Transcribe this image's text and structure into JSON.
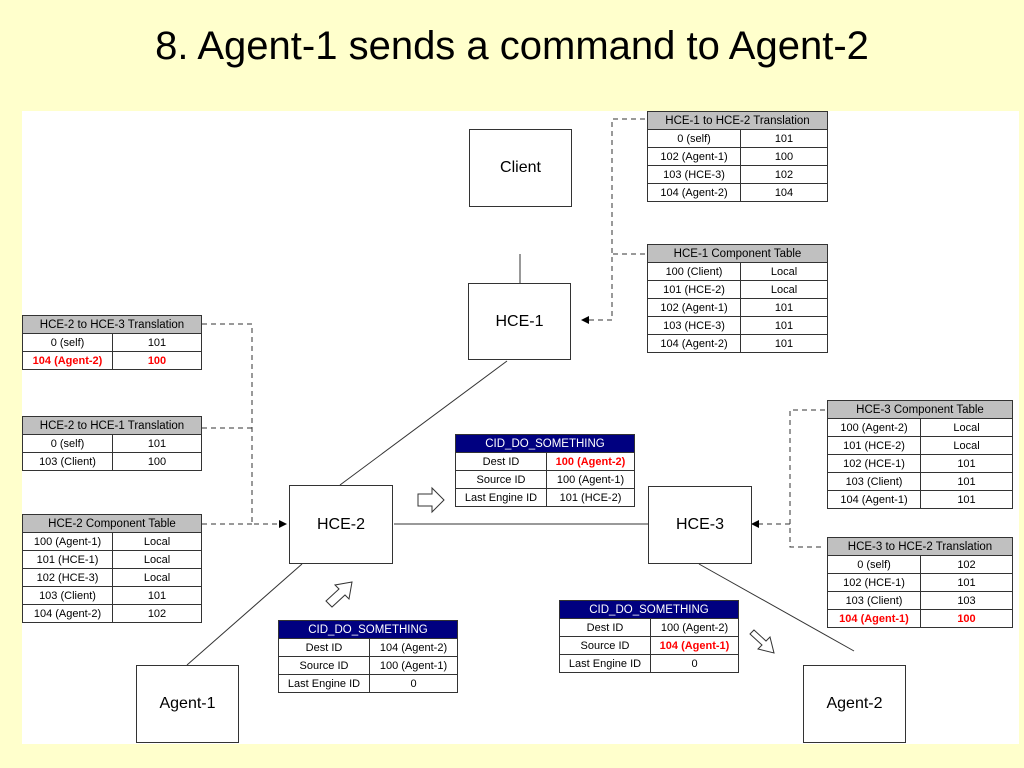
{
  "title": "8. Agent-1 sends a command to Agent-2",
  "nodes": {
    "client": "Client",
    "hce1": "HCE-1",
    "hce2": "HCE-2",
    "hce3": "HCE-3",
    "agent1": "Agent-1",
    "agent2": "Agent-2"
  },
  "tables": {
    "hce1_to_hce2": {
      "header": "HCE-1 to HCE-2 Translation",
      "rows": [
        [
          "0 (self)",
          "101"
        ],
        [
          "102 (Agent-1)",
          "100"
        ],
        [
          "103 (HCE-3)",
          "102"
        ],
        [
          "104 (Agent-2)",
          "104"
        ]
      ]
    },
    "hce1_comp": {
      "header": "HCE-1 Component Table",
      "rows": [
        [
          "100 (Client)",
          "Local"
        ],
        [
          "101 (HCE-2)",
          "Local"
        ],
        [
          "102 (Agent-1)",
          "101"
        ],
        [
          "103 (HCE-3)",
          "101"
        ],
        [
          "104 (Agent-2)",
          "101"
        ]
      ]
    },
    "hce2_to_hce3": {
      "header": "HCE-2 to HCE-3 Translation",
      "rows": [
        [
          "0 (self)",
          "101"
        ],
        [
          "104 (Agent-2)",
          "100"
        ]
      ]
    },
    "hce2_to_hce1": {
      "header": "HCE-2 to HCE-1 Translation",
      "rows": [
        [
          "0 (self)",
          "101"
        ],
        [
          "103 (Client)",
          "100"
        ]
      ]
    },
    "hce2_comp": {
      "header": "HCE-2 Component Table",
      "rows": [
        [
          "100 (Agent-1)",
          "Local"
        ],
        [
          "101 (HCE-1)",
          "Local"
        ],
        [
          "102 (HCE-3)",
          "Local"
        ],
        [
          "103 (Client)",
          "101"
        ],
        [
          "104 (Agent-2)",
          "102"
        ]
      ]
    },
    "hce3_comp": {
      "header": "HCE-3 Component Table",
      "rows": [
        [
          "100 (Agent-2)",
          "Local"
        ],
        [
          "101 (HCE-2)",
          "Local"
        ],
        [
          "102 (HCE-1)",
          "101"
        ],
        [
          "103 (Client)",
          "101"
        ],
        [
          "104 (Agent-1)",
          "101"
        ]
      ]
    },
    "hce3_to_hce2": {
      "header": "HCE-3 to HCE-2 Translation",
      "rows": [
        [
          "0 (self)",
          "102"
        ],
        [
          "102 (HCE-1)",
          "101"
        ],
        [
          "103 (Client)",
          "103"
        ],
        [
          "104 (Agent-1)",
          "100"
        ]
      ]
    }
  },
  "messages": {
    "m1": {
      "header": "CID_DO_SOMETHING",
      "rows": [
        [
          "Dest ID",
          "104 (Agent-2)"
        ],
        [
          "Source ID",
          "100 (Agent-1)"
        ],
        [
          "Last Engine ID",
          "0"
        ]
      ]
    },
    "m2": {
      "header": "CID_DO_SOMETHING",
      "rows": [
        [
          "Dest ID",
          "100 (Agent-2)"
        ],
        [
          "Source ID",
          "100 (Agent-1)"
        ],
        [
          "Last Engine ID",
          "101 (HCE-2)"
        ]
      ]
    },
    "m3": {
      "header": "CID_DO_SOMETHING",
      "rows": [
        [
          "Dest ID",
          "100 (Agent-2)"
        ],
        [
          "Source ID",
          "104 (Agent-1)"
        ],
        [
          "Last Engine ID",
          "0"
        ]
      ]
    }
  }
}
